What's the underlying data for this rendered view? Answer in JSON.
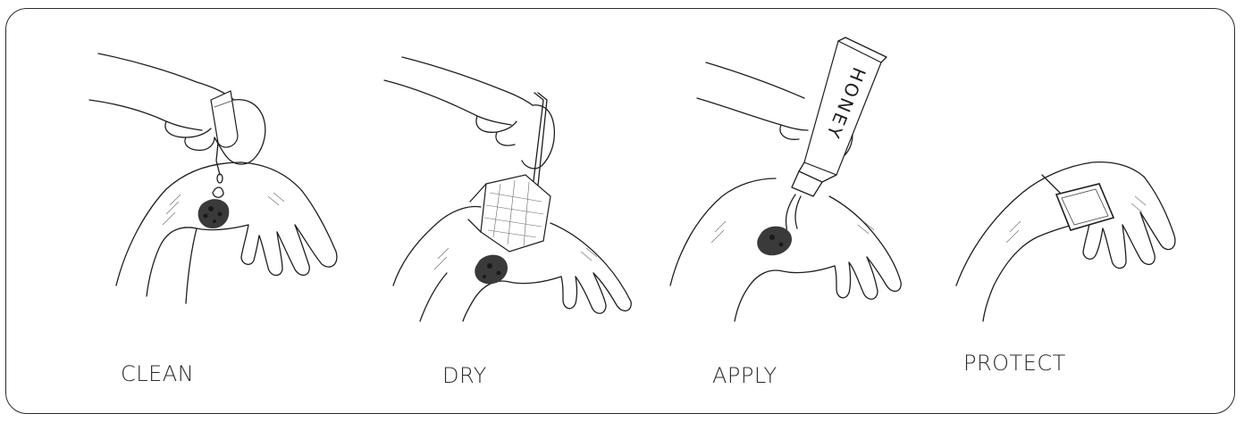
{
  "steps": [
    {
      "id": "clean",
      "label": "CLEAN",
      "icon": "hand-dropping-liquid-illustration"
    },
    {
      "id": "dry",
      "label": "DRY",
      "icon": "hand-dabbing-gauze-illustration"
    },
    {
      "id": "apply",
      "label": "APPLY",
      "icon": "hand-squeezing-tube-illustration",
      "tube_text": "HONEY"
    },
    {
      "id": "protect",
      "label": "PROTECT",
      "icon": "hand-with-dressing-illustration"
    }
  ],
  "colors": {
    "border": "#2a2a2a",
    "ink": "#1e1e1e",
    "label": "#2b2b2b",
    "background": "#ffffff"
  }
}
